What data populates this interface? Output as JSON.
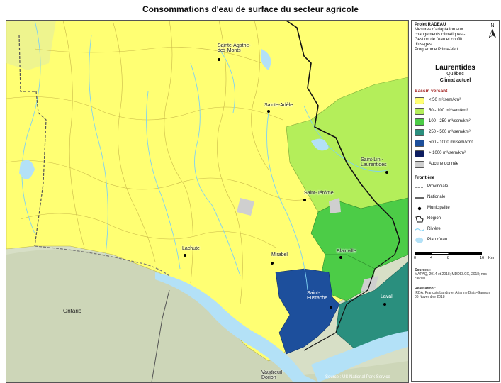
{
  "title": "Consommations d'eau de surface du secteur agricole",
  "places": [
    {
      "name": "Sainte-Agathe-des-Monts",
      "label": "Sainte-Agathe-\ndes-Monts"
    },
    {
      "name": "Sainte-Adèle",
      "label": "Sainte-Adèle"
    },
    {
      "name": "Saint-Lin-Laurentides",
      "label": "Saint-Lin -\nLaurentides"
    },
    {
      "name": "Saint-Jérôme",
      "label": "Saint-Jérôme"
    },
    {
      "name": "Lachute",
      "label": "Lachute"
    },
    {
      "name": "Mirabel",
      "label": "Mirabel"
    },
    {
      "name": "Blainville",
      "label": "Blainville"
    },
    {
      "name": "Saint-Eustache",
      "label": "Saint-\nEustache"
    },
    {
      "name": "Laval",
      "label": "Laval"
    },
    {
      "name": "Vaudreuil-Dorion",
      "label": "Vaudreuil-\nDorion"
    }
  ],
  "ontario": "Ontario",
  "credit": "Source : US National Park Service",
  "legend": {
    "north": "N",
    "project_title": "Projet RADEAU",
    "project_lines": [
      "Mesures d'adaptation aux",
      "changements climatiques -",
      "Gestion de l'eau et conflit",
      "d'usages",
      "Programme Prime-Vert"
    ],
    "region": "Laurentides",
    "province": "Québec",
    "scenario": "Climat actuel",
    "basin_title": "Bassin versant",
    "classes": [
      {
        "label": "< 50 m³/sem/km²",
        "color": "#ffff73"
      },
      {
        "label": "50 - 100 m³/sem/km²",
        "color": "#b4ee5a"
      },
      {
        "label": "100 - 250 m³/sem/km²",
        "color": "#4ccc47"
      },
      {
        "label": "250 - 500 m³/sem/km²",
        "color": "#2a8f7e"
      },
      {
        "label": "500 - 1000 m³/sem/km²",
        "color": "#1d4f9c"
      },
      {
        "label": "> 1000 m³/sem/km²",
        "color": "#0d1d60"
      },
      {
        "label": "Aucune donnée",
        "color": "#cfcfcf"
      }
    ],
    "frontier_title": "Frontière",
    "frontier_items": [
      {
        "label": "Provinciale",
        "icon": "provincial-line"
      },
      {
        "label": "Nationale",
        "icon": "national-line"
      },
      {
        "label": "Municipalité",
        "icon": "municipality-dot"
      },
      {
        "label": "Région",
        "icon": "region-outline"
      },
      {
        "label": "Rivière",
        "icon": "river-line"
      },
      {
        "label": "Plan d'eau",
        "icon": "water-body"
      }
    ],
    "scale": {
      "ticks": [
        "0",
        "4",
        "8",
        "16"
      ],
      "unit": "Km"
    },
    "sources_title": "Sources :",
    "sources_text": "MAPAQ, 2014 et 2018; MDDELCC, 2018; nos calculs",
    "realisation_title": "Réalisation :",
    "realisation_text": "IRDA: François Landry et Arianne Blais-Gagnon",
    "realisation_date": "06 Novembre 2018"
  }
}
